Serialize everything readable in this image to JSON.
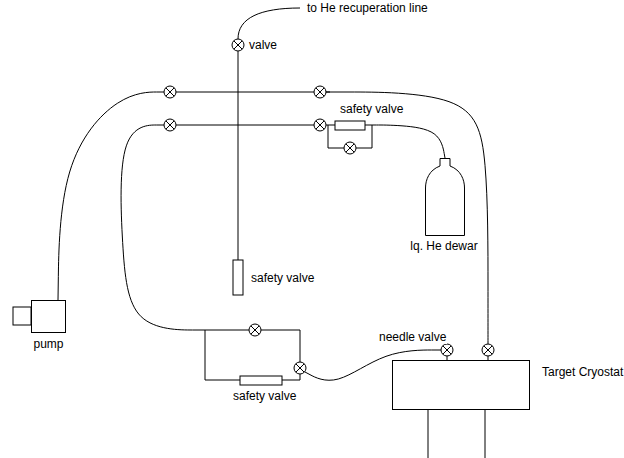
{
  "diagram": {
    "nodes": [
      {
        "text": [
          "pump"
        ]
      },
      {
        "text": [
          "lq. He dewar"
        ]
      },
      {
        "text": [
          "Target Cryostat"
        ]
      }
    ],
    "edges": [
      {
        "from": 0,
        "to": 2,
        "arrow": "none"
      },
      {
        "from": 1,
        "to": 2,
        "arrow": "none"
      }
    ],
    "labels": [
      "to He recuperation line",
      "valve",
      "safety valve",
      "safety valve",
      "needle valve",
      "safety valve"
    ]
  }
}
